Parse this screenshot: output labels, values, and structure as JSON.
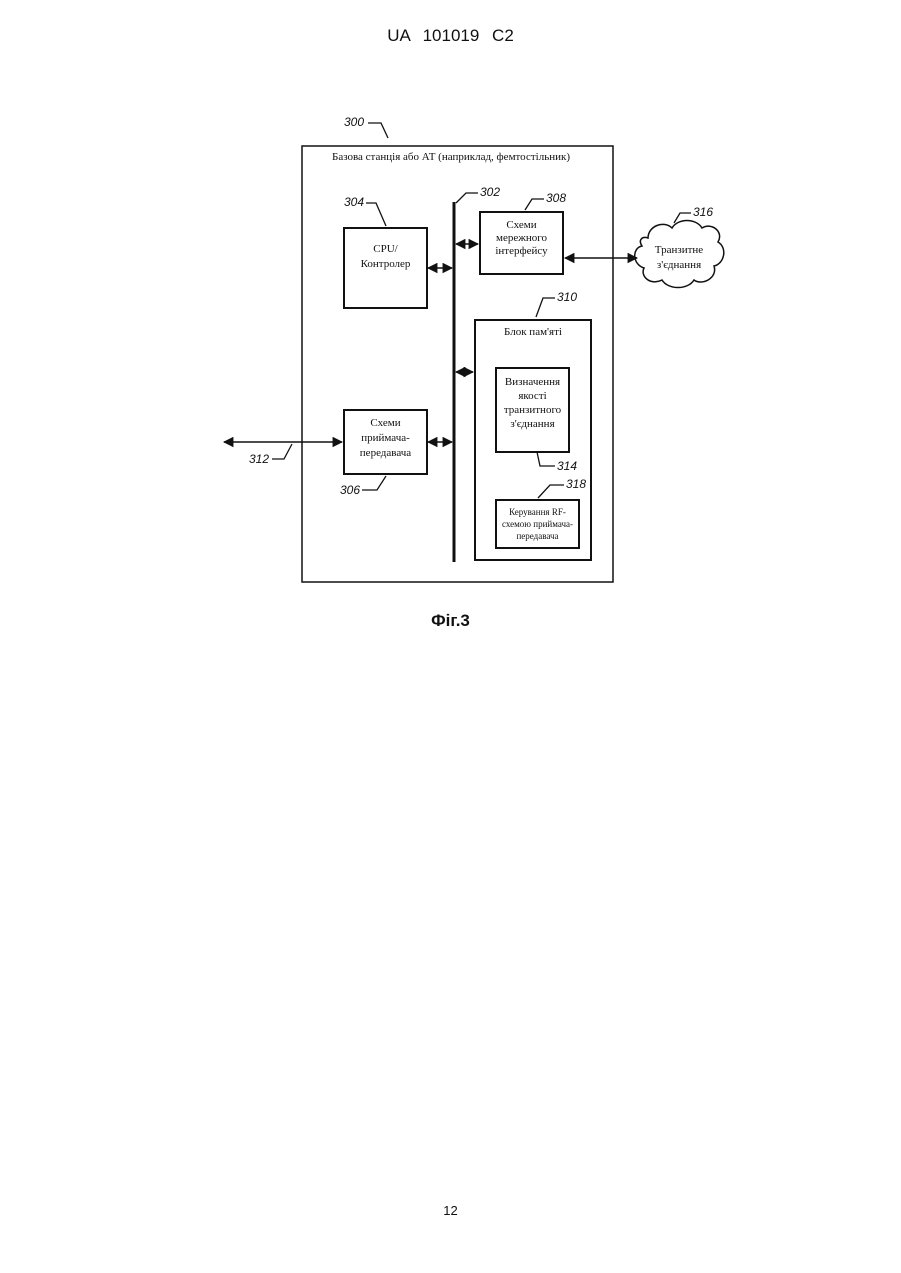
{
  "header": {
    "text": "UA   101019   C2"
  },
  "figure": {
    "caption": "Фіг.3",
    "outer": {
      "ref": "300",
      "label": "Базова станція або АТ (наприклад, фемтостільник)"
    },
    "bus": {
      "ref": "302"
    },
    "cpu": {
      "ref": "304",
      "line1": "CPU/",
      "line2": "Контролер"
    },
    "transceiver": {
      "ref": "306",
      "line1": "Схеми",
      "line2": "приймача-",
      "line3": "передавача"
    },
    "network_interface": {
      "ref": "308",
      "line1": "Схеми",
      "line2": "мережного",
      "line3": "інтерфейсу"
    },
    "memory": {
      "ref": "310",
      "label": "Блок пам'яті"
    },
    "external_link": {
      "ref": "312"
    },
    "backhaul_quality": {
      "ref": "314",
      "line1": "Визначення",
      "line2": "якості",
      "line3": "транзитного",
      "line4": "з'єднання"
    },
    "backhaul_cloud": {
      "ref": "316",
      "line1": "Транзитне",
      "line2": "з'єднання"
    },
    "rf_control": {
      "ref": "318",
      "line1": "Керування RF-",
      "line2": "схемою приймача-",
      "line3": "передавача"
    }
  },
  "footer": {
    "page_number": "12"
  }
}
